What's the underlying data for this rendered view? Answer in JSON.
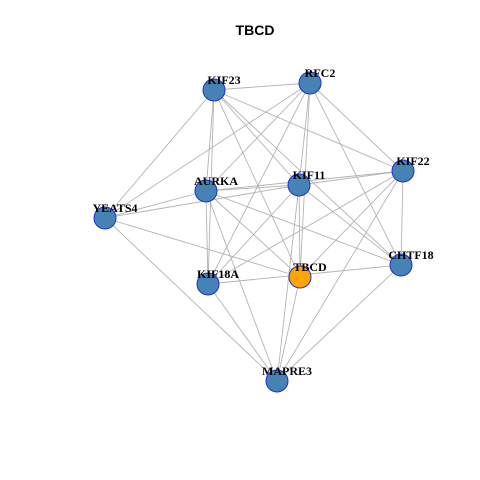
{
  "title": "TBCD",
  "colors": {
    "node_default": "#4682b4",
    "node_highlight": "#ffa500",
    "node_border": "#1f2fd6",
    "edge": "#b3b3b3"
  },
  "nodes": [
    {
      "id": "KIF23",
      "label": "KIF23",
      "highlight": false
    },
    {
      "id": "RFC2",
      "label": "RFC2",
      "highlight": false
    },
    {
      "id": "KIF22",
      "label": "KIF22",
      "highlight": false
    },
    {
      "id": "AURKA",
      "label": "AURKA",
      "highlight": false
    },
    {
      "id": "KIF11",
      "label": "KIF11",
      "highlight": false
    },
    {
      "id": "YEATS4",
      "label": "YEATS4",
      "highlight": false
    },
    {
      "id": "CHTF18",
      "label": "CHTF18",
      "highlight": false
    },
    {
      "id": "KIF18A",
      "label": "KIF18A",
      "highlight": false
    },
    {
      "id": "TBCD",
      "label": "TBCD",
      "highlight": true
    },
    {
      "id": "MAPRE3",
      "label": "MAPRE3",
      "highlight": false
    }
  ],
  "edges": [
    [
      "KIF23",
      "RFC2"
    ],
    [
      "KIF23",
      "AURKA"
    ],
    [
      "KIF23",
      "KIF11"
    ],
    [
      "KIF23",
      "KIF22"
    ],
    [
      "KIF23",
      "YEATS4"
    ],
    [
      "KIF23",
      "KIF18A"
    ],
    [
      "KIF23",
      "TBCD"
    ],
    [
      "KIF23",
      "CHTF18"
    ],
    [
      "RFC2",
      "AURKA"
    ],
    [
      "RFC2",
      "KIF11"
    ],
    [
      "RFC2",
      "KIF22"
    ],
    [
      "RFC2",
      "YEATS4"
    ],
    [
      "RFC2",
      "KIF18A"
    ],
    [
      "RFC2",
      "TBCD"
    ],
    [
      "RFC2",
      "CHTF18"
    ],
    [
      "KIF22",
      "AURKA"
    ],
    [
      "KIF22",
      "KIF11"
    ],
    [
      "KIF22",
      "KIF18A"
    ],
    [
      "KIF22",
      "TBCD"
    ],
    [
      "KIF22",
      "CHTF18"
    ],
    [
      "KIF22",
      "MAPRE3"
    ],
    [
      "AURKA",
      "KIF11"
    ],
    [
      "AURKA",
      "YEATS4"
    ],
    [
      "AURKA",
      "KIF18A"
    ],
    [
      "AURKA",
      "TBCD"
    ],
    [
      "AURKA",
      "CHTF18"
    ],
    [
      "AURKA",
      "MAPRE3"
    ],
    [
      "KIF11",
      "YEATS4"
    ],
    [
      "KIF11",
      "KIF18A"
    ],
    [
      "KIF11",
      "TBCD"
    ],
    [
      "KIF11",
      "CHTF18"
    ],
    [
      "KIF11",
      "MAPRE3"
    ],
    [
      "YEATS4",
      "TBCD"
    ],
    [
      "YEATS4",
      "MAPRE3"
    ],
    [
      "CHTF18",
      "KIF18A"
    ],
    [
      "CHTF18",
      "MAPRE3"
    ],
    [
      "KIF18A",
      "MAPRE3"
    ],
    [
      "TBCD",
      "MAPRE3"
    ]
  ]
}
